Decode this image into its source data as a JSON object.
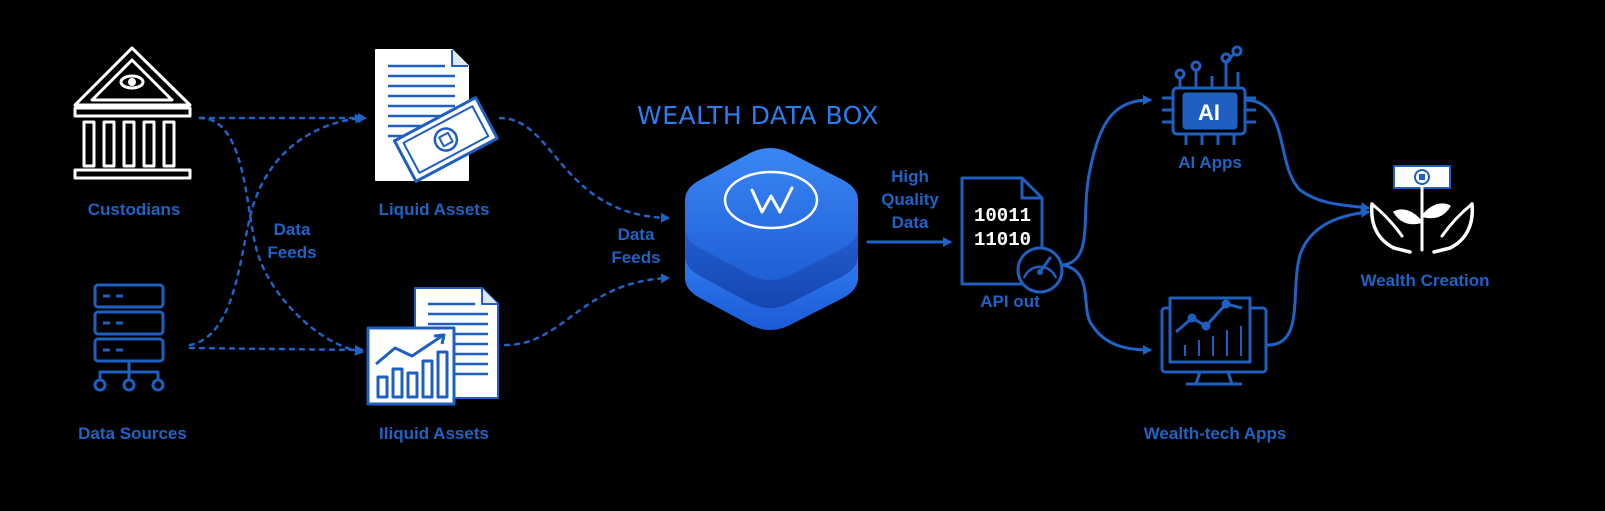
{
  "diagram": {
    "title": "WEALTH DATA BOX",
    "labels": {
      "custodians": "Custodians",
      "data_sources": "Data Sources",
      "data_feeds_left_1": "Data",
      "data_feeds_left_2": "Feeds",
      "liquid_assets": "Liquid Assets",
      "illiquid_assets": "Iliquid Assets",
      "data_feeds_mid_1": "Data",
      "data_feeds_mid_2": "Feeds",
      "high_quality_1": "High",
      "high_quality_2": "Quality",
      "high_quality_3": "Data",
      "api_out": "API out",
      "ai_apps": "AI Apps",
      "wealthtech_apps": "Wealth-tech Apps",
      "wealth_creation": "Wealth Creation"
    },
    "icon_text": {
      "ai_chip": "AI",
      "binary_1": "10011",
      "binary_2": "11010",
      "logo_letter": "W"
    },
    "colors": {
      "background": "#000000",
      "primary": "#1f63c6",
      "icon_stroke": "#1e5fc0",
      "icon_white": "#ffffff",
      "title": "#2a7ff0",
      "box_top": "#2f7bf0",
      "box_bottom": "#1553c9"
    }
  }
}
